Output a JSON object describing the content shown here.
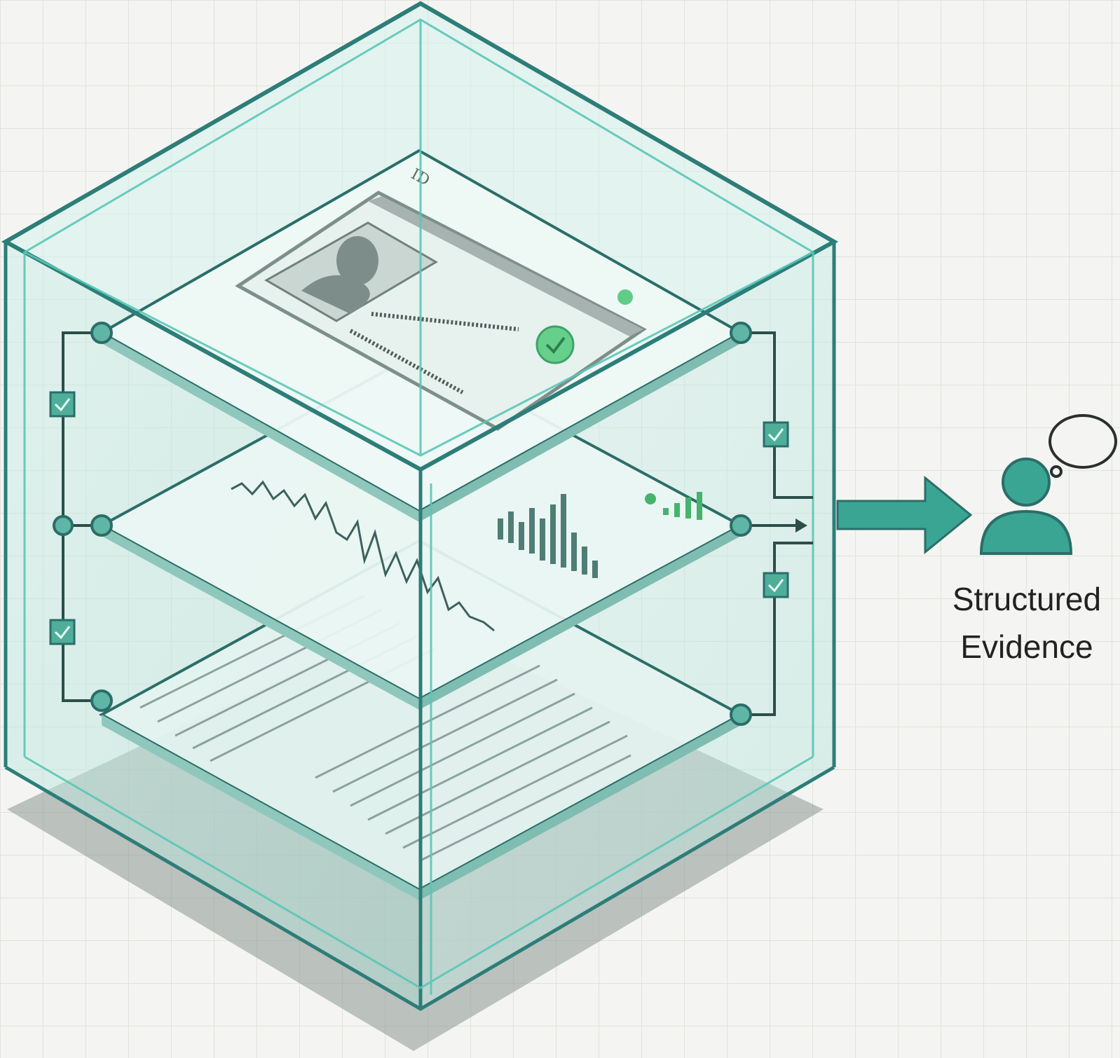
{
  "output_label": {
    "line1": "Structured",
    "line2": "Evidence"
  },
  "id_layer": {
    "header": "ID"
  },
  "colors": {
    "teal": "#3aa593",
    "teal_dark": "#2b6e69",
    "glass": "#bfe6df",
    "check": "#4cc07c",
    "grid": "#dfe2dd"
  }
}
